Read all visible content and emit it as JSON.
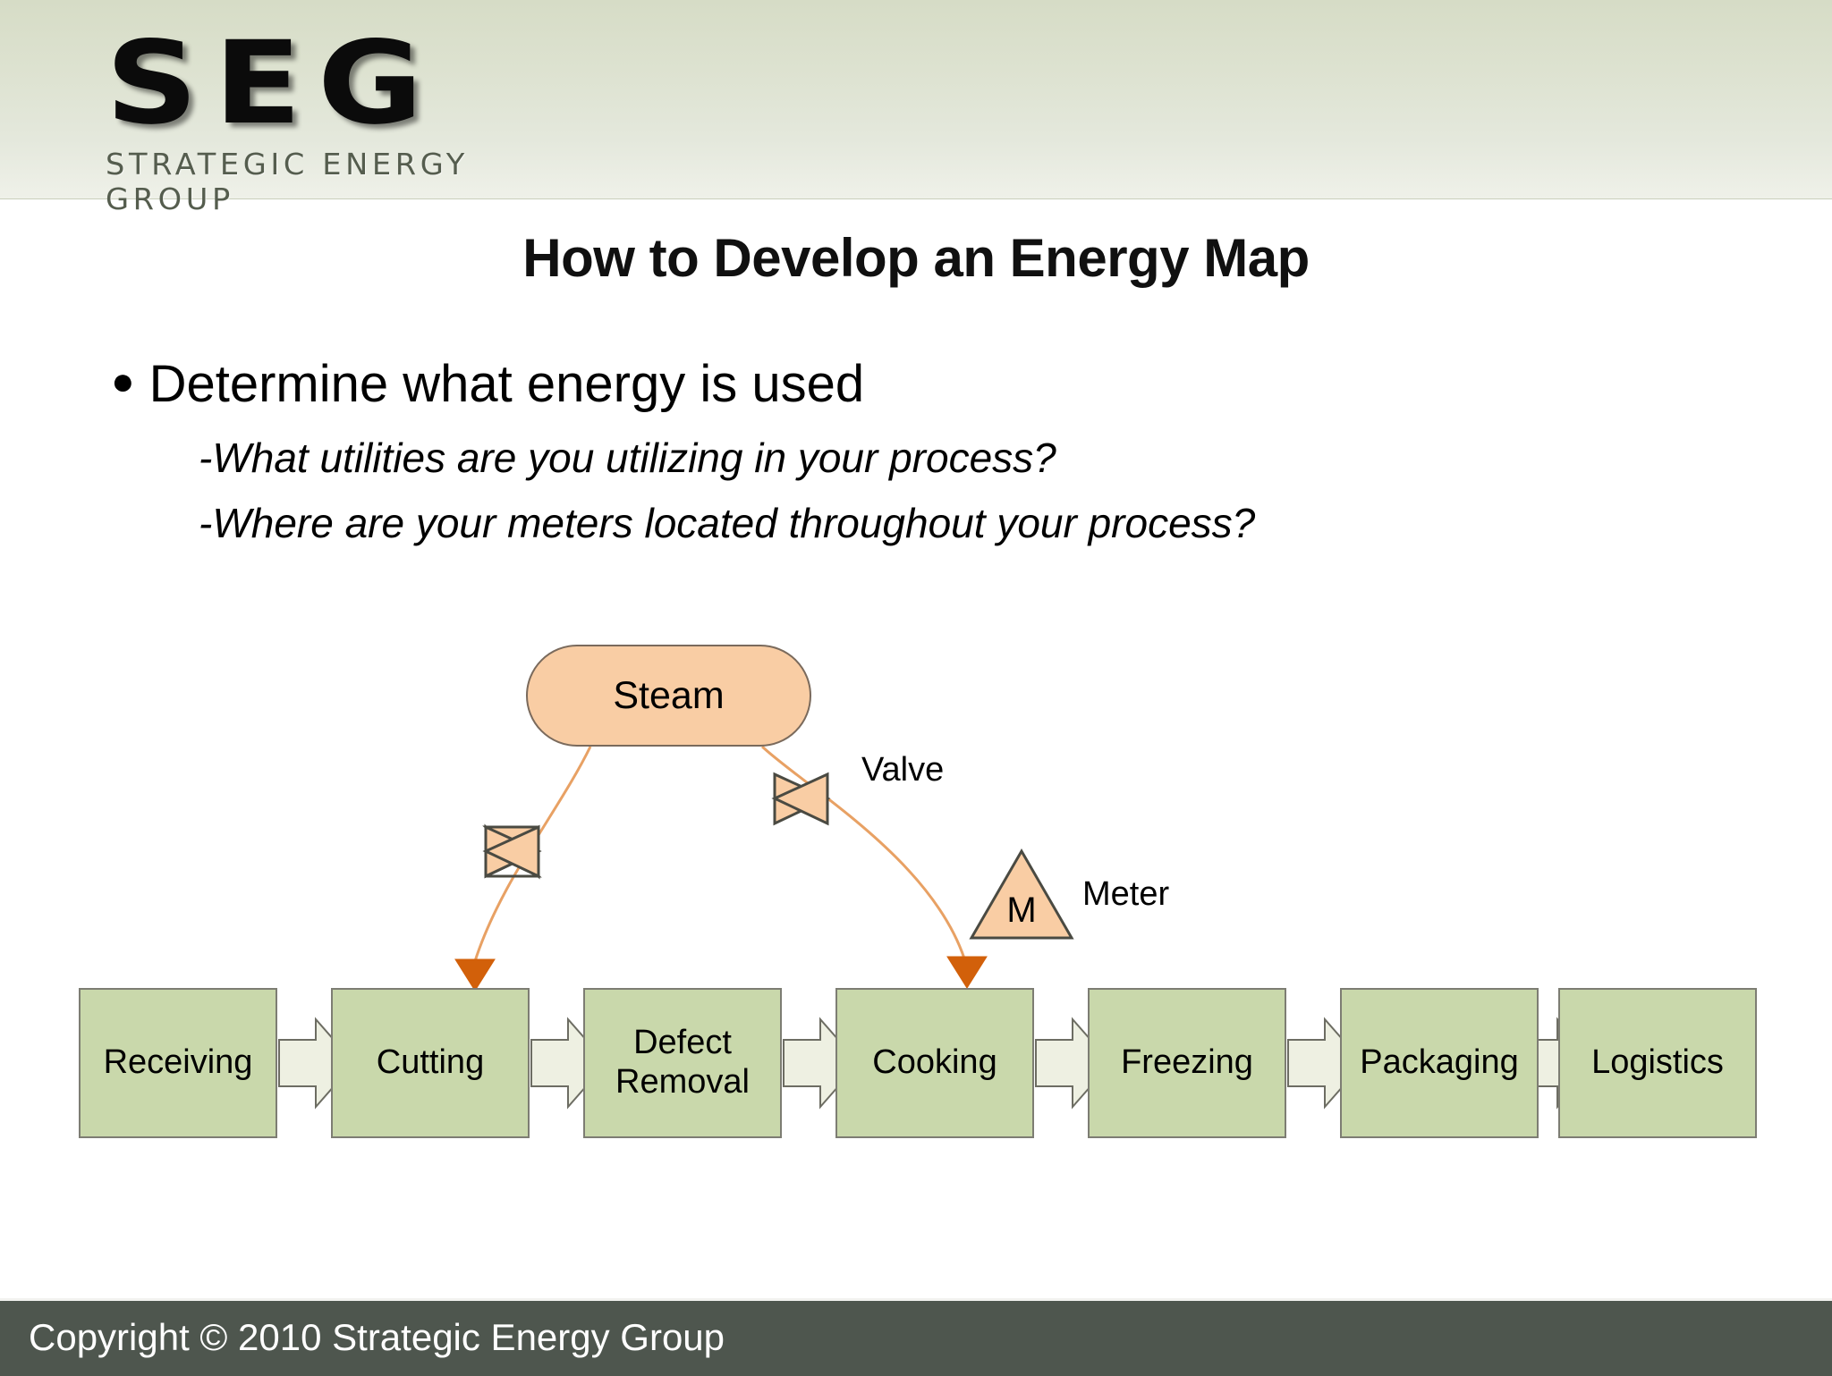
{
  "header": {
    "logo_mark": "SEG",
    "logo_tagline": "STRATEGIC ENERGY GROUP",
    "band_color": "#dde2d0"
  },
  "slide": {
    "title": "How to Develop an Energy Map",
    "bullet_marker": "●",
    "bullet_main": "Determine what energy is used",
    "sub_bullets": [
      "-What utilities are you utilizing in your process?",
      "-Where are your meters located throughout your process?"
    ]
  },
  "diagram": {
    "source_node": {
      "label": "Steam",
      "fill": "#f9cda4",
      "stroke": "#7a6a5c"
    },
    "meter_node": {
      "symbol": "M",
      "label": "Meter",
      "fill": "#f9cda4",
      "stroke": "#4a4a42"
    },
    "valve_label": "Valve",
    "valve_fill": "#f9cda4",
    "valve_stroke": "#4a4a42",
    "connector_color": "#e8a164",
    "arrowhead_color": "#d2600a",
    "process_box_fill": "#c9d8ab",
    "process_box_stroke": "#7d7d73",
    "chain_arrow_fill": "#eef0e2",
    "chain_arrow_stroke": "#6d6d63",
    "process_steps": [
      {
        "label": "Receiving",
        "line2": ""
      },
      {
        "label": "Cutting",
        "line2": ""
      },
      {
        "label": "Defect",
        "line2": "Removal"
      },
      {
        "label": "Cooking",
        "line2": ""
      },
      {
        "label": "Freezing",
        "line2": ""
      },
      {
        "label": "Packaging",
        "line2": ""
      },
      {
        "label": "Logistics",
        "line2": ""
      }
    ],
    "energy_connections": [
      {
        "from": "Steam",
        "to": "Cutting",
        "via": "Valve"
      },
      {
        "from": "Steam",
        "to": "Cooking",
        "via": "Valve"
      }
    ]
  },
  "footer": {
    "copyright": "Copyright © 2010 Strategic Energy Group",
    "band_color": "#4e564e"
  }
}
